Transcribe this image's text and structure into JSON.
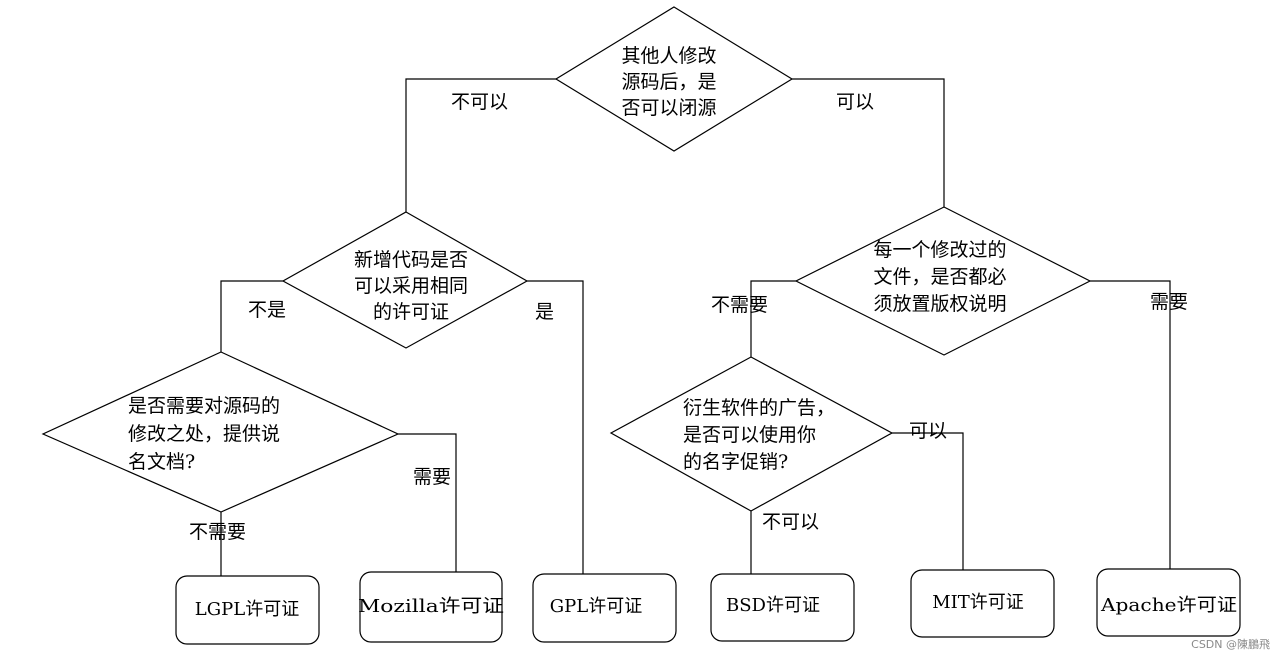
{
  "decisions": {
    "root": [
      "其他人修改",
      "源码后，是",
      "否可以闭源"
    ],
    "left": [
      "新增代码是否",
      "可以采用相同",
      "的许可证"
    ],
    "right": [
      "每一个修改过的",
      "文件，是否都必",
      "须放置版权说明"
    ],
    "left_left": [
      "是否需要对源码的",
      "修改之处，提供说",
      "名文档?"
    ],
    "right_left": [
      "衍生软件的广告，",
      "是否可以使用你",
      "的名字促销?"
    ]
  },
  "edges": {
    "root_no": "不可以",
    "root_yes": "可以",
    "left_no": "不是",
    "left_yes": "是",
    "right_no": "不需要",
    "right_yes": "需要",
    "left_left_no": "不需要",
    "left_left_yes": "需要",
    "right_left_no": "不可以",
    "right_left_yes": "可以"
  },
  "licenses": {
    "lgpl": "LGPL许可证",
    "mozilla": "Mozilla许可证",
    "gpl": "GPL许可证",
    "bsd": "BSD许可证",
    "mit": "MIT许可证",
    "apache": "Apache许可证"
  },
  "watermark": "CSDN @陳鵬飛"
}
